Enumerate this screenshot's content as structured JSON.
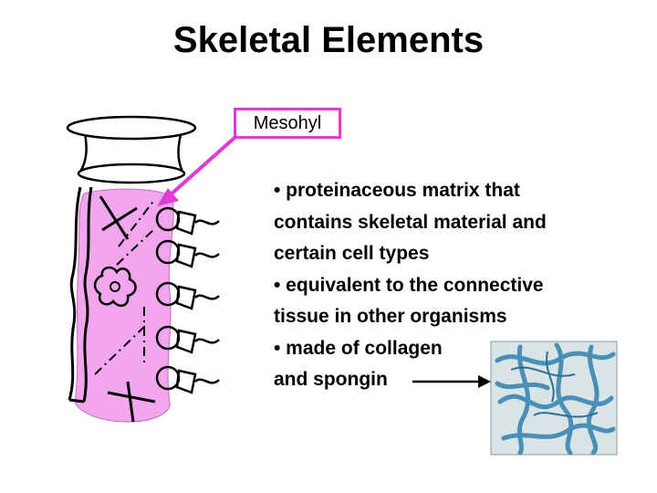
{
  "title": "Skeletal Elements",
  "callout": {
    "label": "Mesohyl",
    "color": "#e33ad6"
  },
  "description": {
    "lines": [
      "• proteinaceous matrix that",
      "contains skeletal material and",
      "certain cell types",
      "• equivalent to the connective",
      "tissue in other organisms",
      "• made of collagen",
      "and spongin"
    ]
  },
  "colors": {
    "mesohyl_fill": "#f2a6ee",
    "arrow": "#e33ad6",
    "fiber": "#4a8fb5",
    "micrograph_bg": "#d9e4e6"
  },
  "images": {
    "micrograph": "spongin-fiber-micrograph"
  }
}
